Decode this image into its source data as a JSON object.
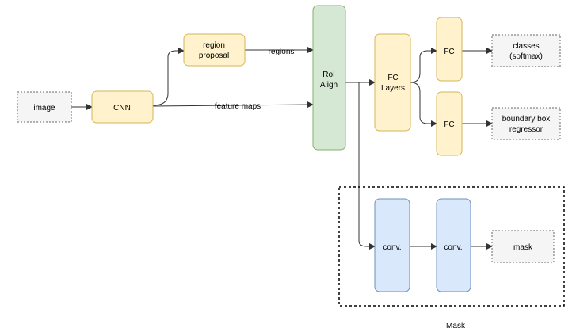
{
  "diagram": {
    "nodes": {
      "image": "image",
      "cnn": "CNN",
      "region_proposal": [
        "region",
        "proposal"
      ],
      "roi_align": [
        "RoI",
        "Align"
      ],
      "fc_layers": [
        "FC",
        "Layers"
      ],
      "fc_top": "FC",
      "fc_bottom": "FC",
      "classes": [
        "classes",
        "(softmax)"
      ],
      "bbox": [
        "boundary box",
        "regressor"
      ],
      "conv1": "conv.",
      "conv2": "conv.",
      "mask": "mask"
    },
    "edge_labels": {
      "regions": "regions",
      "feature_maps": "feature maps"
    },
    "group_label": "Mask"
  },
  "colors": {
    "yellow_fill": "#fff2cc",
    "yellow_stroke": "#d6b656",
    "green_fill": "#d5e8d4",
    "green_stroke": "#82b366",
    "blue_fill": "#dae8fc",
    "blue_stroke": "#6c8ebf",
    "gray_fill": "#f5f5f5",
    "gray_stroke": "#666666",
    "edge": "#333333"
  }
}
